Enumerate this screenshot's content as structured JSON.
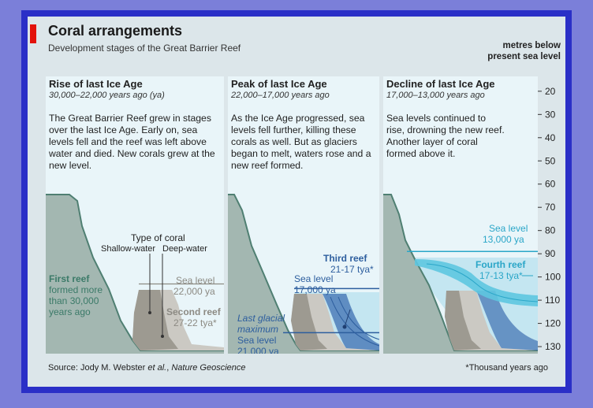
{
  "header": {
    "title": "Coral arrangements",
    "subtitle": "Development stages of the Great Barrier Reef"
  },
  "axis": {
    "label_line1": "metres below",
    "label_line2": "present sea level",
    "ticks": [
      20,
      30,
      40,
      50,
      60,
      70,
      80,
      90,
      100,
      110,
      120,
      130
    ],
    "range": [
      17,
      131
    ]
  },
  "panels": [
    {
      "heading": "Rise of last Ice Age",
      "years": "30,000–22,000 years ago (ya)",
      "description": "The Great Barrier Reef grew in stages over the last Ice Age. Early on, sea levels fell and the reef was left above water and died. New corals grew at the new level.",
      "coral_type_title": "Type of coral",
      "coral_shallow": "Shallow-water",
      "coral_deep": "Deep-water",
      "first_reef_title": "First reef",
      "first_reef_line1": "formed more",
      "first_reef_line2": "than 30,000",
      "first_reef_line3": "years ago",
      "sea_level_label": "Sea level",
      "sea_level_value": "22,000 ya",
      "sea_level_depth": 103,
      "second_reef_title": "Second reef",
      "second_reef_years": "27-22 tya*"
    },
    {
      "heading": "Peak of last Ice Age",
      "years": "22,000–17,000 years ago",
      "description": "As the Ice Age progressed, sea levels fell further, killing these corals as well. But as glaciers began to melt, waters rose and a new reef formed.",
      "third_reef_title": "Third reef",
      "third_reef_years": "21-17 tya*",
      "sea_level_label": "Sea level",
      "sea_level_value": "17,000 ya",
      "sea_level_depth": 105,
      "glacial_line1": "Last glacial",
      "glacial_line2": "maximum",
      "glacial_sea_label": "Sea level",
      "glacial_sea_value": "21,000 ya",
      "glacial_sea_depth": 124
    },
    {
      "heading": "Decline of last Ice Age",
      "years": "17,000–13,000 years ago",
      "description": "Sea levels continued to rise, drowning the new reef. Another layer of coral formed above it.",
      "sea_level_label": "Sea level",
      "sea_level_value": "13,000 ya",
      "sea_level_depth": 89,
      "fourth_reef_title": "Fourth reef",
      "fourth_reef_years": "17-13 tya*"
    }
  ],
  "footer": {
    "source_prefix": "Source: Jody M. Webster ",
    "source_italic": "et al.",
    "source_mid": ", ",
    "source_journal": "Nature Geoscience",
    "note": "*Thousand years ago"
  },
  "colors": {
    "shelf": "#a3b7b1",
    "shelf_stroke": "#4f7f72",
    "sediment": "#cbc9c3",
    "deep_coral": "#9d9a91",
    "third_reef": "#3e6fb1",
    "fourth_reef": "#5ec7e0",
    "water_light": "#c4e6f1",
    "text_green": "#3b7a68",
    "text_gray": "#8c8a83",
    "text_blue": "#2d5e9e",
    "text_cyan": "#2aa6c8"
  }
}
